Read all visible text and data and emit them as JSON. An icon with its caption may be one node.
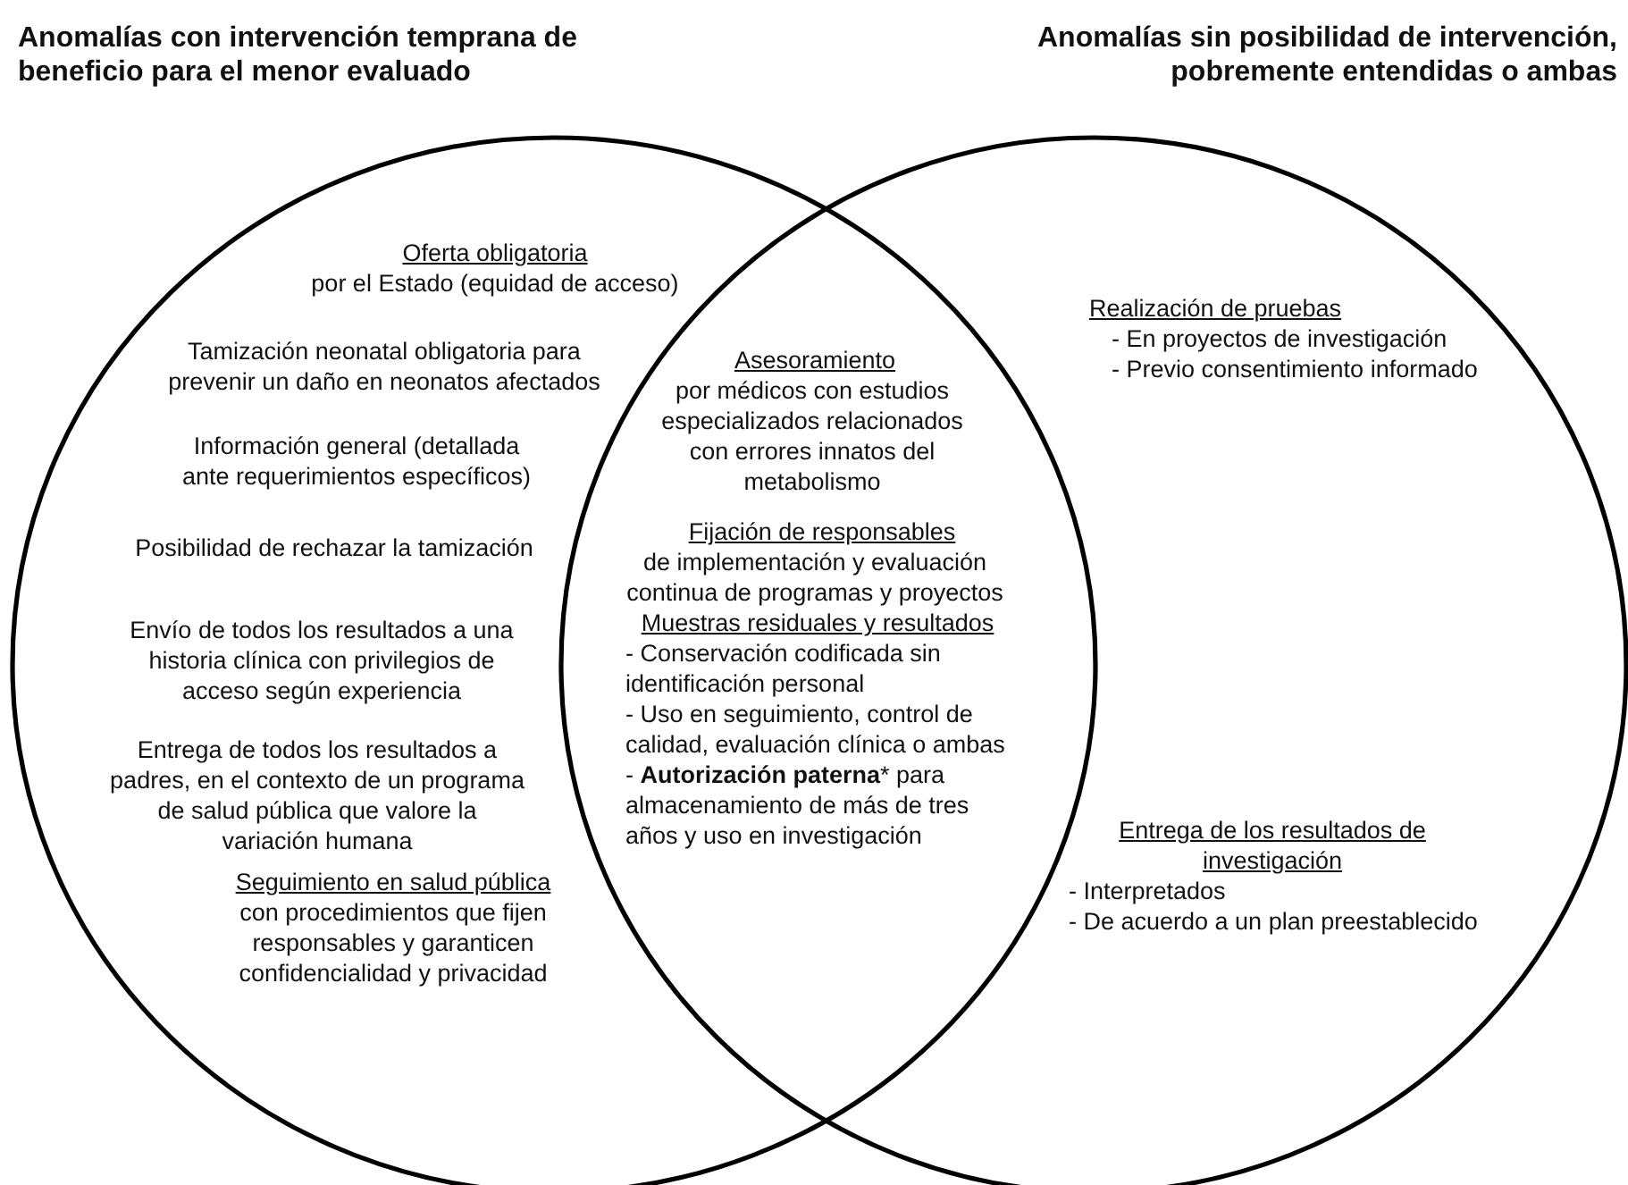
{
  "diagram": {
    "nodes": [
      {
        "text": [
          "Anomalías con intervención temprana de beneficio para el menor evaluado",
          "Oferta obligatoria",
          "por el Estado (equidad de acceso)",
          "Tamización neonatal obligatoria para prevenir un daño en neonatos afectados",
          "Información general (detallada ante requerimientos específicos)",
          "Posibilidad de rechazar la tamización",
          "Envío de todos los resultados a una historia clínica con privilegios de acceso según experiencia",
          "Entrega de todos los resultados a padres, en el contexto de un programa de salud pública que valore la variación humana",
          "Seguimiento en salud pública",
          "con procedimientos que fijen responsables y garanticen confidencialidad y privacidad"
        ]
      },
      {
        "text": [
          "Anomalías sin posibilidad de intervención, pobremente entendidas o ambas",
          "Realización de pruebas",
          "- En proyectos de investigación",
          "- Previo consentimiento informado",
          "Entrega de los resultados de investigación",
          "- Interpretados",
          "- De acuerdo a un plan preestablecido"
        ]
      }
    ],
    "edges": [],
    "labels": [
      "Asesoramiento",
      "por médicos con estudios especializados relacionados con errores innatos del metabolismo",
      "Fijación de responsables",
      "de implementación y evaluación continua de programas y proyectos",
      "Muestras residuales y resultados",
      "- Conservación codificada sin identificación personal",
      "- Uso en seguimiento, control de calidad, evaluación clínica o ambas",
      "- **Autorización paterna*** para almacenamiento de más de tres años y uso en investigación"
    ]
  }
}
